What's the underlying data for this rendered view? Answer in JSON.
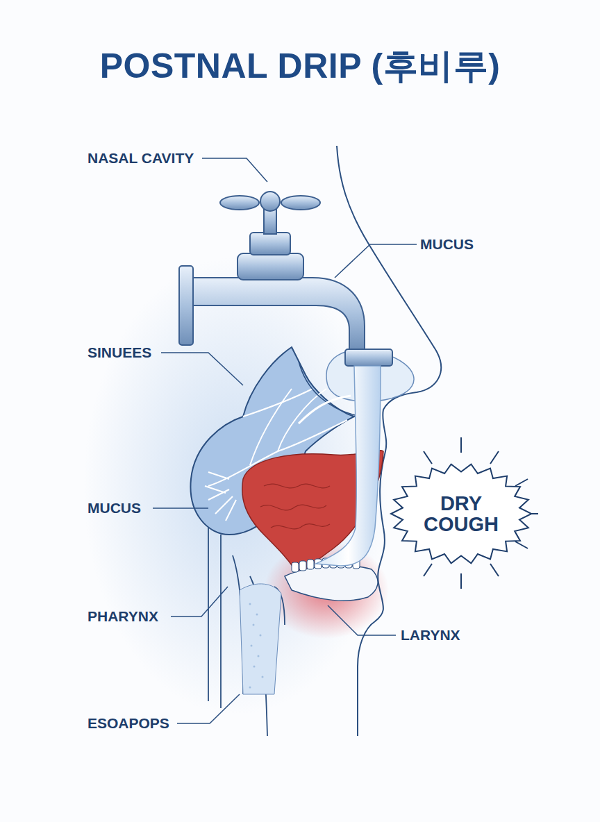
{
  "diagram": {
    "title": "POSTNAL DRIP (후비루)",
    "nodes": [
      {
        "text": [
          "DRY COUGH"
        ]
      }
    ],
    "labels": [
      "NASAL CAVITY",
      "MUCUS",
      "SINUEES",
      "MUCUS",
      "PHARYNX",
      "LARYNX",
      "ESOAPOPS"
    ]
  }
}
